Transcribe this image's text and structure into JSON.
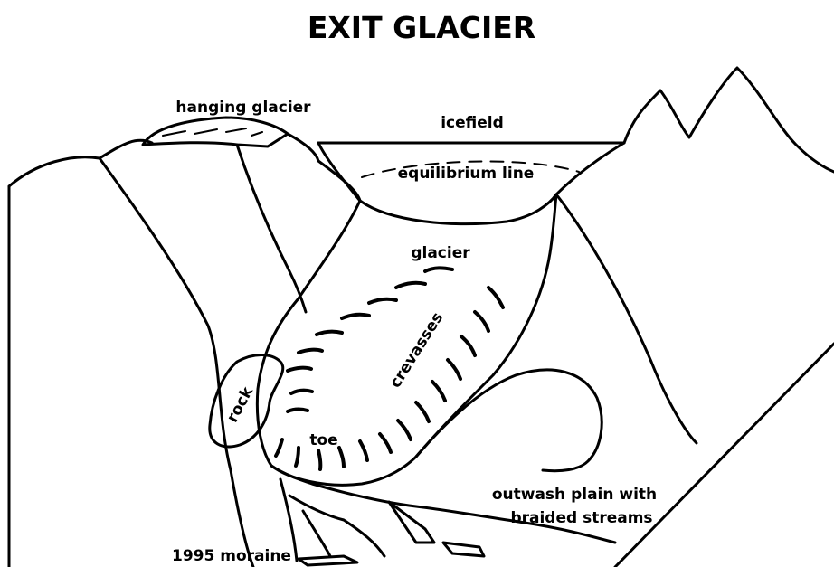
{
  "title": "EXIT GLACIER",
  "labels": {
    "hanging_glacier": "hanging glacier",
    "icefield": "icefield",
    "equilibrium_line": "equilibrium line",
    "glacier": "glacier",
    "crevasses": "crevasses",
    "rock": "rock",
    "toe": "toe",
    "outwash_line1": "outwash plain with",
    "outwash_line2": "braided streams",
    "moraine": "1995 moraine"
  }
}
